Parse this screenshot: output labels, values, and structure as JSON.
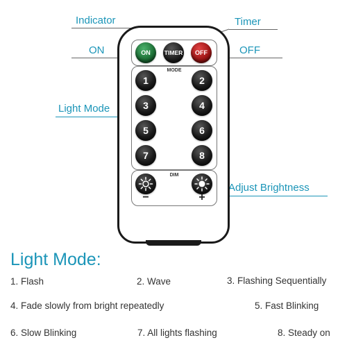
{
  "callouts": {
    "indicator": "Indicator",
    "timer": "Timer",
    "on": "ON",
    "off": "OFF",
    "light_mode": "Light Mode",
    "adjust_brightness": "Adjust Brightness"
  },
  "remote": {
    "on_label": "ON",
    "timer_label": "TIMER",
    "off_label": "OFF",
    "mode_label": "MODE",
    "dim_label": "DIM",
    "minus_label": "−",
    "plus_label": "+",
    "mode_buttons": [
      "1",
      "2",
      "3",
      "4",
      "5",
      "6",
      "7",
      "8"
    ]
  },
  "legend": {
    "heading": "Light Mode:",
    "items": [
      "1. Flash",
      "2. Wave",
      "3. Flashing Sequentially",
      "4. Fade slowly from bright repeatedly",
      "5. Fast Blinking",
      "6. Slow Blinking",
      "7. All lights flashing",
      "8. Steady on"
    ]
  },
  "colors": {
    "accent": "#1b95b8",
    "on_button": "#1c6e35",
    "off_button": "#9c1414",
    "button_black": "#1c1c1c"
  }
}
